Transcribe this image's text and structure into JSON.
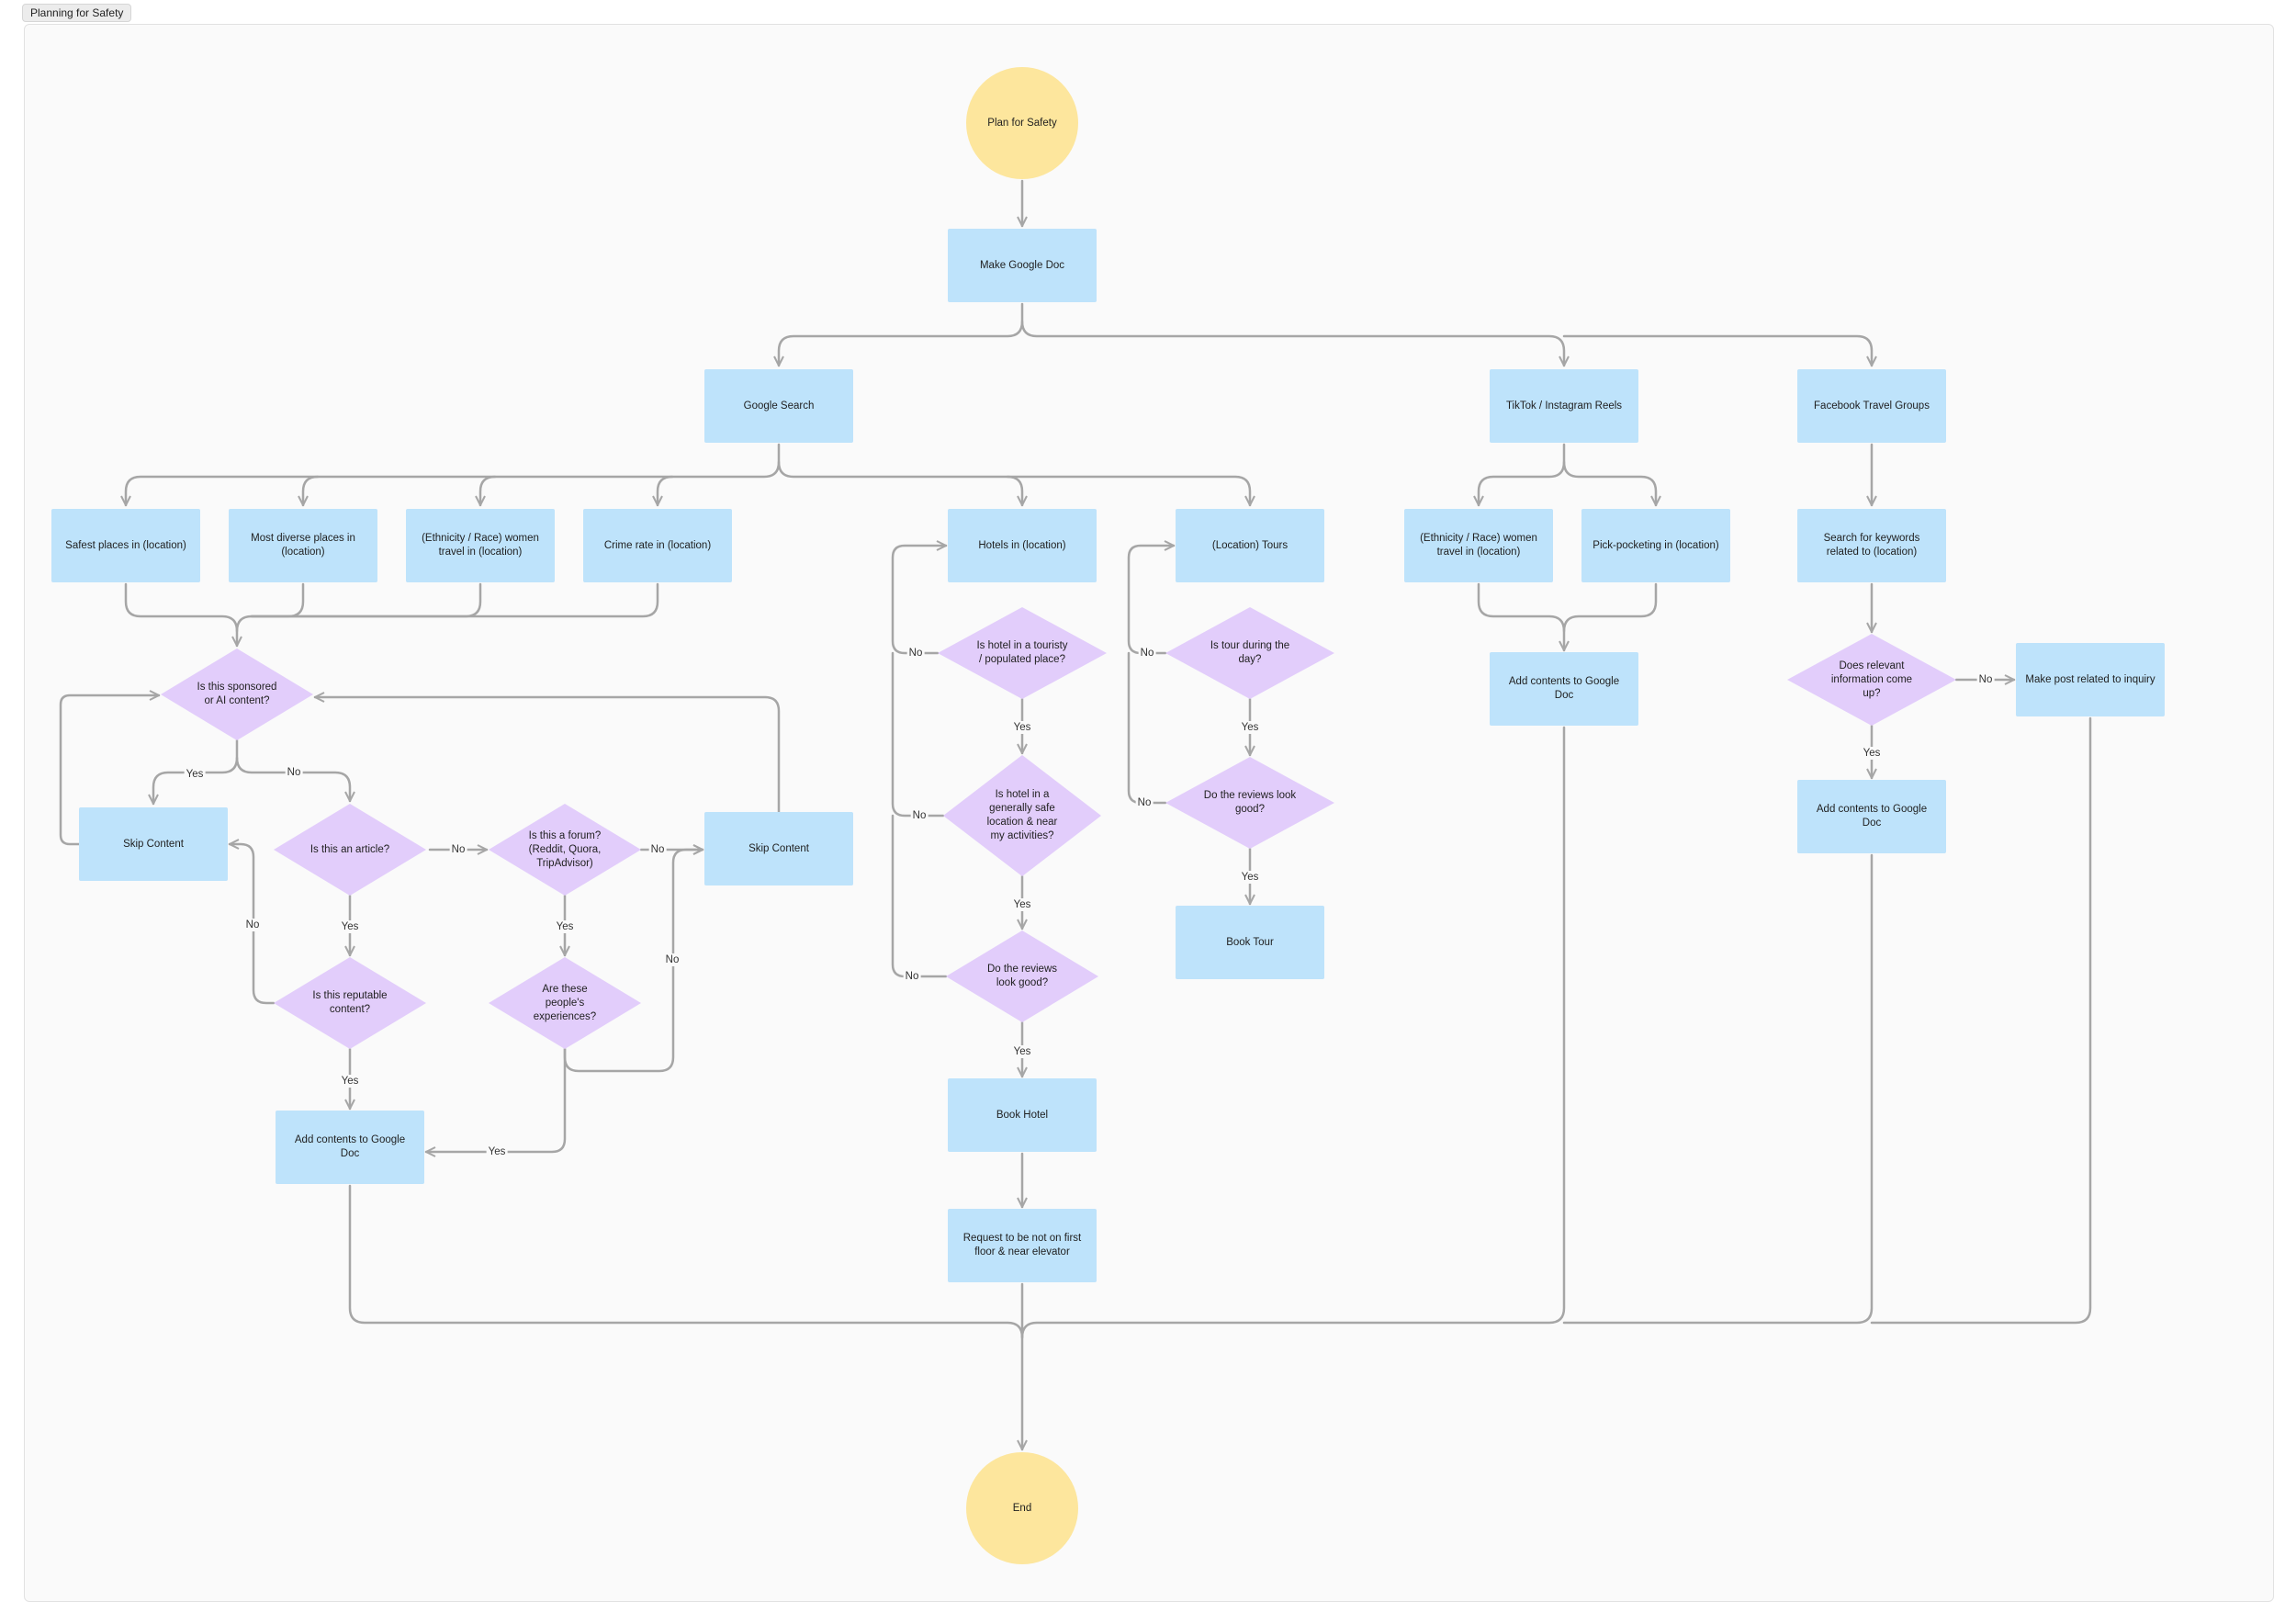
{
  "frame": {
    "title": "Planning for Safety"
  },
  "colors": {
    "process": "#bee3fb",
    "decision": "#e2cdfb",
    "terminal": "#fde69d",
    "connector": "#a6a6a6",
    "canvas": "#fafafa"
  },
  "nodes": {
    "start": "Plan for Safety",
    "make_doc": "Make Google Doc",
    "google_search": "Google Search",
    "tiktok": "TikTok / Instagram Reels",
    "facebook": "Facebook Travel Groups",
    "safest": "Safest places in (location)",
    "diverse": "Most diverse places in (location)",
    "ethnicity_women_search": "(Ethnicity / Race) women travel in (location)",
    "crime": "Crime rate in (location)",
    "hotels": "Hotels in (location)",
    "tours": "(Location) Tours",
    "ethnicity_women_reels": "(Ethnicity / Race) women travel in (location)",
    "pickpocket": "Pick-pocketing in (location)",
    "fb_search": "Search for keywords related to (location)",
    "q_sponsored": "Is this sponsored or AI content?",
    "skip_left": "Skip Content",
    "q_article": "Is this an article?",
    "q_forum": "Is this a forum? (Reddit, Quora, TripAdvisor)",
    "skip_mid": "Skip Content",
    "q_reputable": "Is this reputable content?",
    "q_experiences": "Are these people's experiences?",
    "add_doc_search": "Add contents to Google Doc",
    "q_hotel_touristy": "Is hotel in a touristy / populated place?",
    "q_hotel_safe": "Is hotel in a generally safe location & near my activities?",
    "q_hotel_reviews": "Do the reviews look good?",
    "book_hotel": "Book Hotel",
    "request_floor": "Request to be not on first floor & near elevator",
    "q_tour_day": "Is tour during the day?",
    "q_tour_reviews": "Do the reviews look good?",
    "book_tour": "Book Tour",
    "add_doc_reels": "Add contents to Google Doc",
    "q_fb_relevant": "Does relevant information come up?",
    "fb_post": "Make post related to inquiry",
    "add_doc_fb": "Add contents to Google Doc",
    "end": "End"
  },
  "labels": {
    "yes": "Yes",
    "no": "No"
  }
}
